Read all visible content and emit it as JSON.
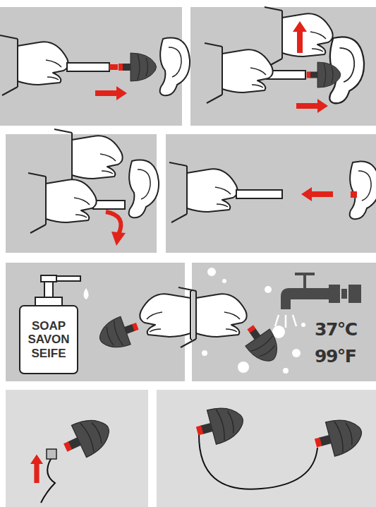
{
  "diagram": {
    "nodes": [
      {
        "text": [
          "SOAP SAVON SEIFE"
        ]
      }
    ],
    "labels": [
      "37°C",
      "99°F"
    ]
  }
}
